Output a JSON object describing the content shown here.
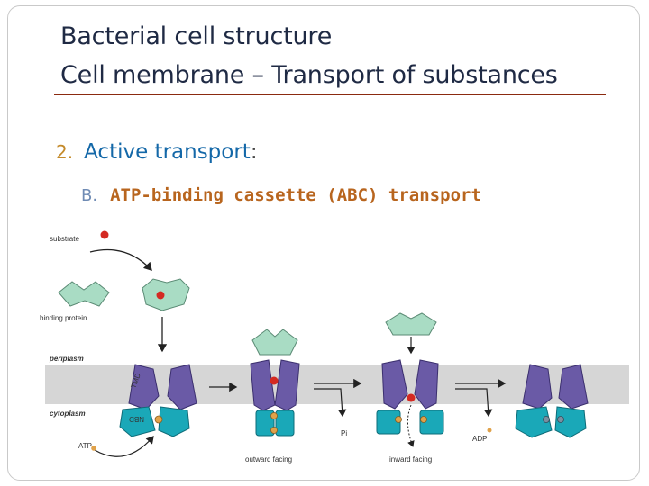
{
  "header": {
    "title": "Bacterial cell structure",
    "subtitle": "Cell membrane – Transport of substances"
  },
  "bullets": {
    "level1_number": "2.",
    "level1_text": "Active transport",
    "level1_colon": ":",
    "level2_letter": "B.",
    "level2_text": "ATP-binding cassette (ABC) transport"
  },
  "diagram": {
    "labels": {
      "substrate": "substrate",
      "binding_protein": "binding protein",
      "periplasm": "periplasm",
      "cytoplasm": "cytoplasm",
      "atp": "ATP",
      "tmd": "TMD",
      "nbd": "NBD",
      "pi": "Pi",
      "adp": "ADP",
      "outward_facing": "outward facing",
      "inward_facing": "inward facing"
    },
    "colors": {
      "tmd": "#6a5aa6",
      "nbd": "#1aa8b8",
      "binding_protein": "#a9dcc4",
      "membrane": "#d6d6d6",
      "substrate": "#d42a22",
      "atp": "#e0a24a"
    }
  }
}
